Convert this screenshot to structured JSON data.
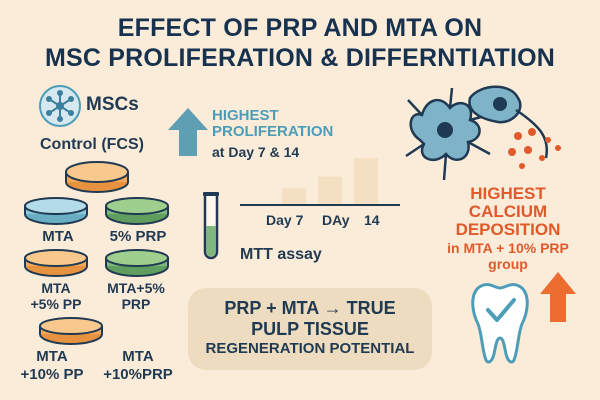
{
  "title": {
    "line1": "EFFECT OF PRP AND MTA ON",
    "line2": "MSC PROLIFERATION & DIFFERNTIATION"
  },
  "msc": {
    "label": "MSCs",
    "control": "Control (FCS)"
  },
  "groups": [
    {
      "label": "MTA",
      "color": "#8cc6d8"
    },
    {
      "label": "5% PRP",
      "color": "#7fb77e"
    },
    {
      "label": "MTA\n+5% PP",
      "color": "#f3a85a"
    },
    {
      "label": "MTA+5%\nPRP",
      "color": "#7fb77e"
    },
    {
      "label": "MTA\n+10% PP",
      "color": "#f3a85a"
    },
    {
      "label": "MTA\n+10%PRP",
      "color": "#f3a85a"
    }
  ],
  "proliferation": {
    "line1": "HIGHEST",
    "line2": "PROLIFERATION",
    "line3": "at Day 7 & 14"
  },
  "chart_data": {
    "type": "bar",
    "categories": [
      "Day 7",
      "DAy",
      "14"
    ],
    "values": [
      1,
      1.7,
      2.8
    ],
    "title": "",
    "xlabel": "",
    "ylabel": "",
    "ylim": [
      0,
      3
    ]
  },
  "assay": "MTT assay",
  "calcium": {
    "line1": "HIGHEST",
    "line2": "CALCIUM",
    "line3": "DEPOSITION",
    "line4": "in MTA + 10% PRP",
    "line5": "group"
  },
  "conclusion": {
    "part1": "PRP + MTA",
    "arrow": "→",
    "part2": "TRUE",
    "line2": "PULP TISSUE",
    "line3": "REGENERATION POTENTIAL"
  },
  "colors": {
    "background": "#fbebd9",
    "navy": "#1f3a52",
    "teal": "#4d9db9",
    "orange": "#e05a2b",
    "box": "#eddcbf",
    "bar": "#f3dfc2"
  }
}
